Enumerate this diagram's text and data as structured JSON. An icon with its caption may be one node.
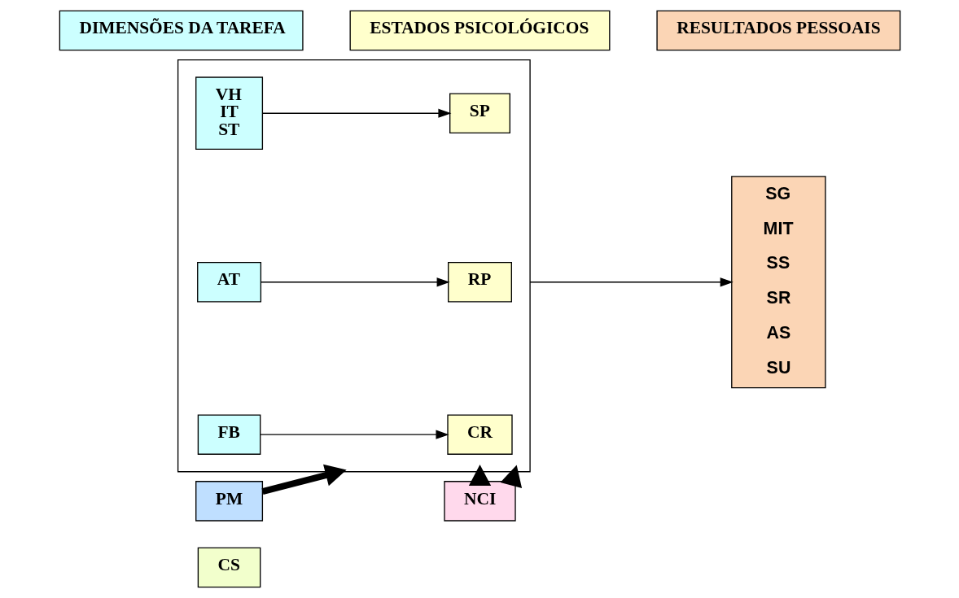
{
  "diagram": {
    "nodes": [
      {
        "text": [
          "DIMENSÕES DA TAREFA"
        ]
      },
      {
        "text": [
          "ESTADOS PSICOLÓGICOS"
        ]
      },
      {
        "text": [
          "RESULTADOS PESSOAIS"
        ]
      },
      {
        "text": [],
        "shape": "box"
      },
      {
        "text": [
          "VH",
          "IT",
          "ST"
        ],
        "in": 3
      },
      {
        "text": [
          "SP"
        ],
        "in": 3
      },
      {
        "text": [
          "AT"
        ],
        "in": 3
      },
      {
        "text": [
          "RP"
        ],
        "in": 3
      },
      {
        "text": [
          "FB"
        ],
        "in": 3
      },
      {
        "text": [
          "CR"
        ],
        "in": 3
      },
      {
        "text": [
          "SG",
          "MIT",
          "SS",
          "SR",
          "AS",
          "SU"
        ]
      },
      {
        "text": [
          "PM"
        ]
      },
      {
        "text": [
          "NCI"
        ]
      },
      {
        "text": [
          "CS"
        ]
      }
    ],
    "edges": [
      {
        "from": 4,
        "to": 5,
        "arrow": "to"
      },
      {
        "from": 6,
        "to": 7,
        "arrow": "to"
      },
      {
        "from": 8,
        "to": 9,
        "arrow": "to"
      },
      {
        "from": 3,
        "to": 10,
        "arrow": "to"
      },
      {
        "from": 11,
        "to": 3,
        "arrow": "to",
        "style": "thick"
      },
      {
        "from": 12,
        "to": 3,
        "arrow": "to",
        "style": "thick"
      },
      {
        "from": 12,
        "to": 3,
        "arrow": "to",
        "style": "thick"
      }
    ]
  }
}
